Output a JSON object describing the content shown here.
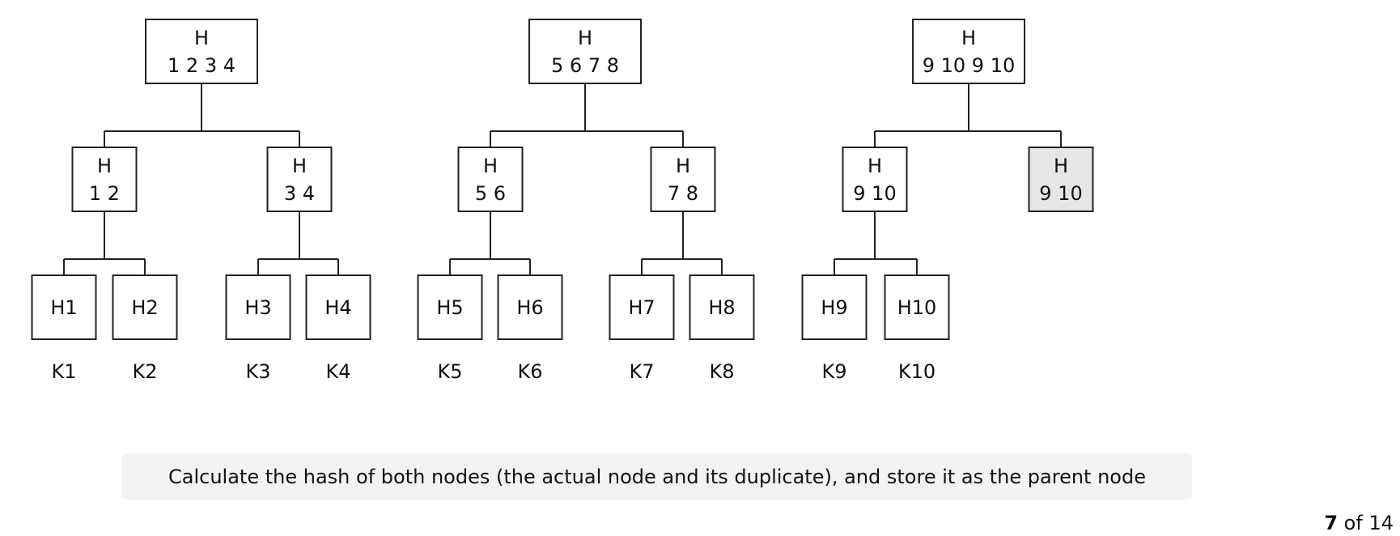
{
  "colors": {
    "node_fill": "#ffffff",
    "duplicate_fill": "#e6e6e6",
    "stroke": "#222222"
  },
  "trees": [
    {
      "root": {
        "label": "H",
        "value": "1 2 3 4"
      },
      "mids": [
        {
          "label": "H",
          "value": "1 2",
          "duplicate": false,
          "leaves": [
            {
              "hash": "H1",
              "key": "K1"
            },
            {
              "hash": "H2",
              "key": "K2"
            }
          ]
        },
        {
          "label": "H",
          "value": "3 4",
          "duplicate": false,
          "leaves": [
            {
              "hash": "H3",
              "key": "K3"
            },
            {
              "hash": "H4",
              "key": "K4"
            }
          ]
        }
      ]
    },
    {
      "root": {
        "label": "H",
        "value": "5 6 7 8"
      },
      "mids": [
        {
          "label": "H",
          "value": "5 6",
          "duplicate": false,
          "leaves": [
            {
              "hash": "H5",
              "key": "K5"
            },
            {
              "hash": "H6",
              "key": "K6"
            }
          ]
        },
        {
          "label": "H",
          "value": "7 8",
          "duplicate": false,
          "leaves": [
            {
              "hash": "H7",
              "key": "K7"
            },
            {
              "hash": "H8",
              "key": "K8"
            }
          ]
        }
      ]
    },
    {
      "root": {
        "label": "H",
        "value": "9 10 9 10"
      },
      "mids": [
        {
          "label": "H",
          "value": "9 10",
          "duplicate": false,
          "leaves": [
            {
              "hash": "H9",
              "key": "K9"
            },
            {
              "hash": "H10",
              "key": "K10"
            }
          ]
        },
        {
          "label": "H",
          "value": "9 10",
          "duplicate": true,
          "leaves": []
        }
      ]
    }
  ],
  "caption": "Calculate the hash of both nodes (the actual node and its duplicate), and store it as the parent node",
  "pager": {
    "current": "7",
    "separator": "of",
    "total": "14"
  }
}
